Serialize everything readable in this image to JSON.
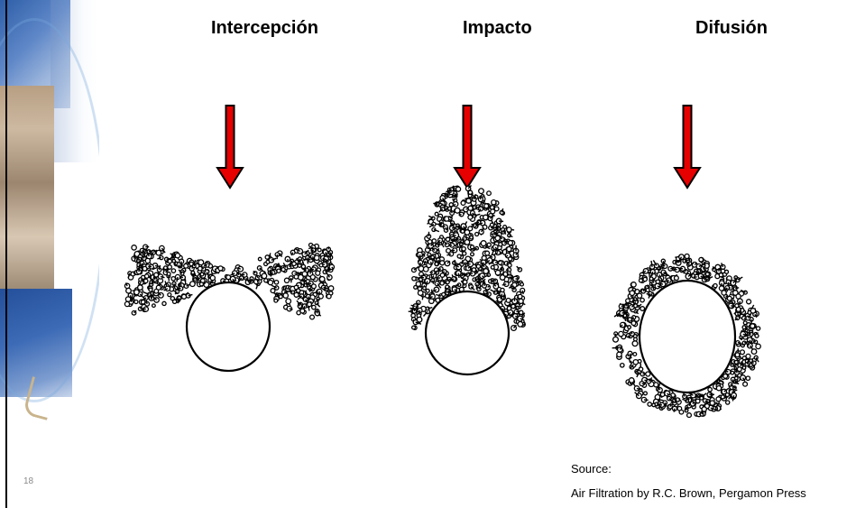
{
  "titles": [
    "Intercepción",
    "Impacto",
    "Difusión"
  ],
  "page_number": "18",
  "source": {
    "label": "Source:",
    "citation": "Air Filtration by R.C. Brown, Pergamon Press"
  },
  "colors": {
    "arrow_fill": "#e60000",
    "outline": "#000000"
  }
}
